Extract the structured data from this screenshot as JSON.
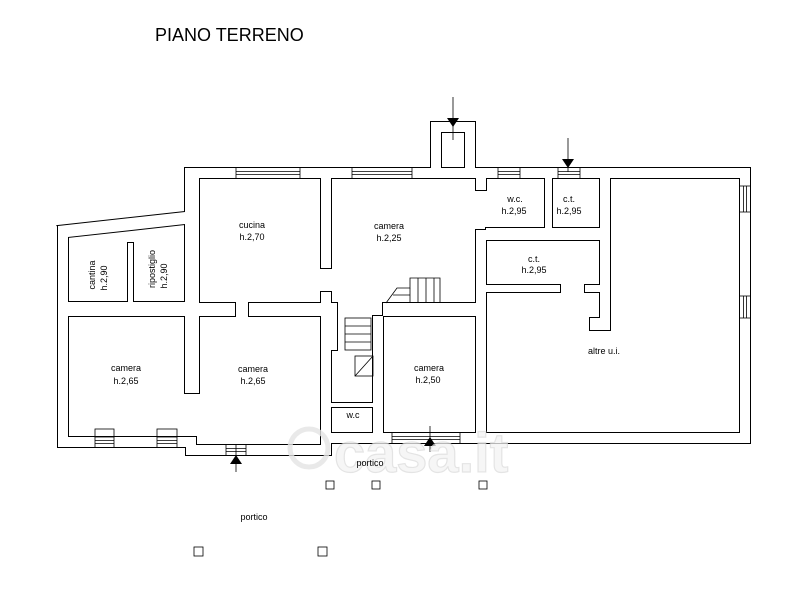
{
  "title": "PIANO TERRENO",
  "rooms": {
    "cucina": {
      "name": "cucina",
      "height": "h.2,70"
    },
    "camera_north": {
      "name": "camera",
      "height": "h.2,25"
    },
    "wc_north": {
      "name": "w.c.",
      "height": "h.2,95"
    },
    "ct_north": {
      "name": "c.t.",
      "height": "h.2,95"
    },
    "ct_middle": {
      "name": "c.t.",
      "height": "h.2,95"
    },
    "cantina": {
      "name": "cantina",
      "height": "h.2,90"
    },
    "ripostiglio": {
      "name": "ripostiglio",
      "height": "h.2,90"
    },
    "camera_west": {
      "name": "camera",
      "height": "h.2,65"
    },
    "camera_center": {
      "name": "camera",
      "height": "h.2,65"
    },
    "camera_east": {
      "name": "camera",
      "height": "h.2,50"
    },
    "wc_south": {
      "name": "w.c"
    },
    "other_units": {
      "name": "altre u.i."
    }
  },
  "porticos": [
    "portico",
    "portico"
  ],
  "watermark": "casa.it",
  "colors": {
    "line": "#000000",
    "background": "#ffffff"
  }
}
